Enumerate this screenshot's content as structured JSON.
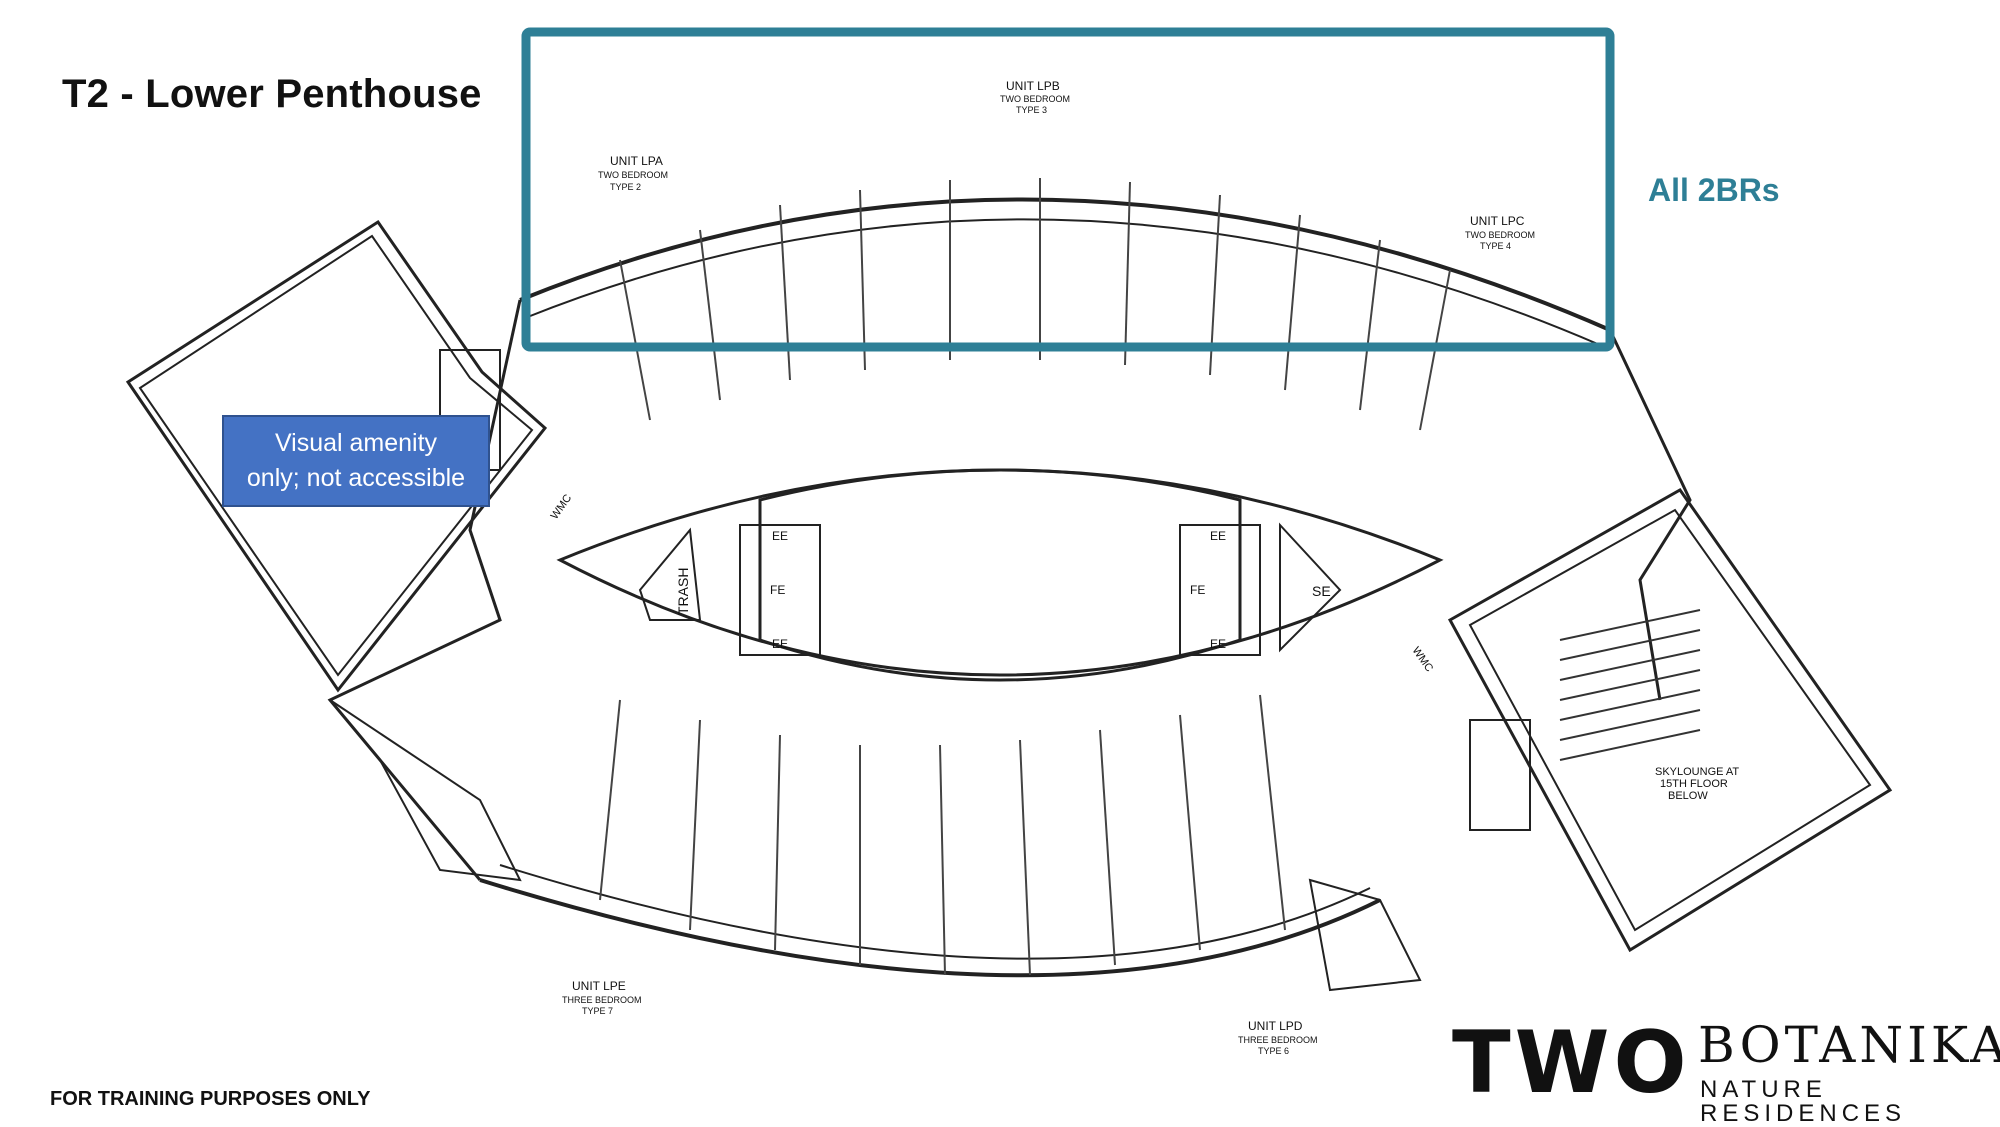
{
  "title": "T2 - Lower Penthouse",
  "highlight_label": "All 2BRs",
  "amenity_note": {
    "line1": "Visual amenity",
    "line2": "only; not accessible"
  },
  "footer_note": "FOR TRAINING PURPOSES ONLY",
  "brand": {
    "mark": "TWO",
    "name": "BOTANIKA",
    "tagline": "NATURE RESIDENCES"
  },
  "units": {
    "lpa": {
      "name": "UNIT LPA",
      "beds": "TWO BEDROOM",
      "type": "TYPE 2"
    },
    "lpb": {
      "name": "UNIT LPB",
      "beds": "TWO BEDROOM",
      "type": "TYPE 3"
    },
    "lpc": {
      "name": "UNIT LPC",
      "beds": "TWO BEDROOM",
      "type": "TYPE 4"
    },
    "lpd": {
      "name": "UNIT LPD",
      "beds": "THREE BEDROOM",
      "type": "TYPE 6"
    },
    "lpe": {
      "name": "UNIT LPE",
      "beds": "THREE BEDROOM",
      "type": "TYPE 7"
    }
  },
  "core_labels": {
    "trash": "TRASH",
    "fe": "FE",
    "se": "SE",
    "ee": "EE",
    "wmc": "WMC"
  },
  "skylounge": {
    "line1": "SKYLOUNGE AT",
    "line2": "15TH FLOOR",
    "line3": "BELOW"
  },
  "colors": {
    "highlight": "#2e7f96",
    "amenity_bg": "#4472c4",
    "ink": "#111111"
  }
}
